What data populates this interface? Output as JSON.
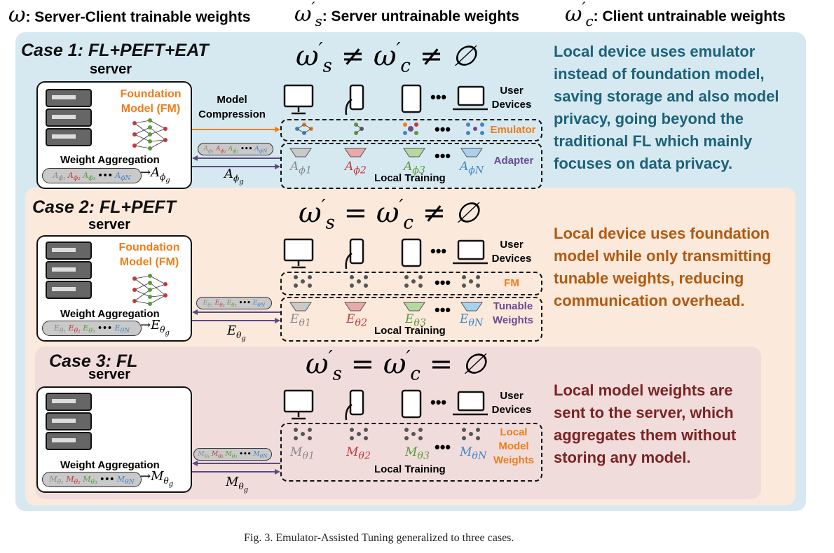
{
  "legend": {
    "omega": "ω",
    "trainable": ": Server-Client trainable weights",
    "server_sym": "ω",
    "server_sub": "s",
    "server_untrainable": ": Server untrainable weights",
    "client_sym": "ω",
    "client_sub": "c",
    "client_untrainable": ": Client untrainable weights",
    "prime": "′"
  },
  "cases": [
    {
      "title": "Case 1: FL+PEFT+EAT",
      "server": "server",
      "equation_rel1": "≠",
      "equation_rel2": "≠ ∅",
      "fm_label": "Foundation Model (FM)",
      "weight_aggregation": "Weight Aggregation",
      "model_compression": "Model Compression",
      "user_devices": "User Devices",
      "row1_label": "Emulator",
      "row2_label": "Adapter",
      "local_training": "Local Training",
      "param": "A",
      "param_sub": "ϕ",
      "agg_out": "A",
      "agg_sub": "ϕ",
      "agg_subsub": "g",
      "sym1": "A",
      "sym2": "A",
      "sym3": "A",
      "symN": "A",
      "s1": "ϕ1",
      "s2": "ϕ2",
      "s3": "ϕ3",
      "sN": "ϕN",
      "description": "Local device uses emulator instead of foundation model, saving storage and also model privacy, going beyond the traditional FL which mainly focuses on data privacy.",
      "desc_color": "#1d6279",
      "bg": "#d6e9f1"
    },
    {
      "title": "Case 2: FL+PEFT",
      "server": "server",
      "equation_rel1": "=",
      "equation_rel2": "≠ ∅",
      "fm_label": "Foundation Model (FM)",
      "weight_aggregation": "Weight Aggregation",
      "user_devices": "User Devices",
      "row1_label": "FM",
      "row2_label": "Tunable Weights",
      "local_training": "Local Training",
      "param": "E",
      "agg_out": "E",
      "s1": "θ1",
      "s2": "θ2",
      "s3": "θ3",
      "sN": "θN",
      "agg_sub": "θ",
      "agg_subsub": "g",
      "description": "Local device uses foundation model while only transmitting tunable weights, reducing communication overhead.",
      "desc_color": "#b05a10",
      "bg": "#fbe9dc"
    },
    {
      "title": "Case 3: FL",
      "server": "server",
      "equation_rel1": "=",
      "equation_rel2": "= ∅",
      "weight_aggregation": "Weight Aggregation",
      "user_devices": "User Devices",
      "row_label": "Local Model Weights",
      "local_training": "Local Training",
      "param": "M",
      "agg_out": "M",
      "s1": "θ1",
      "s2": "θ2",
      "s3": "θ3",
      "sN": "θN",
      "agg_sub": "θ",
      "agg_subsub": "g",
      "description": "Local model weights are sent to the server, which aggregates them without storing any model.",
      "desc_color": "#7a2424",
      "bg": "#f1dcdc"
    }
  ],
  "dots": "•••",
  "pill_dots": "•••",
  "caption": "Fig. 3.  Emulator-Assisted Tuning generalized to three cases.",
  "colors": {
    "gray": "#8a8a8a",
    "red": "#c0393b",
    "green": "#5a9a3a",
    "blue": "#3f86c6",
    "orange": "#ef7d19",
    "purple": "#6a4c93",
    "arrow_purple": "#5b4a86"
  }
}
